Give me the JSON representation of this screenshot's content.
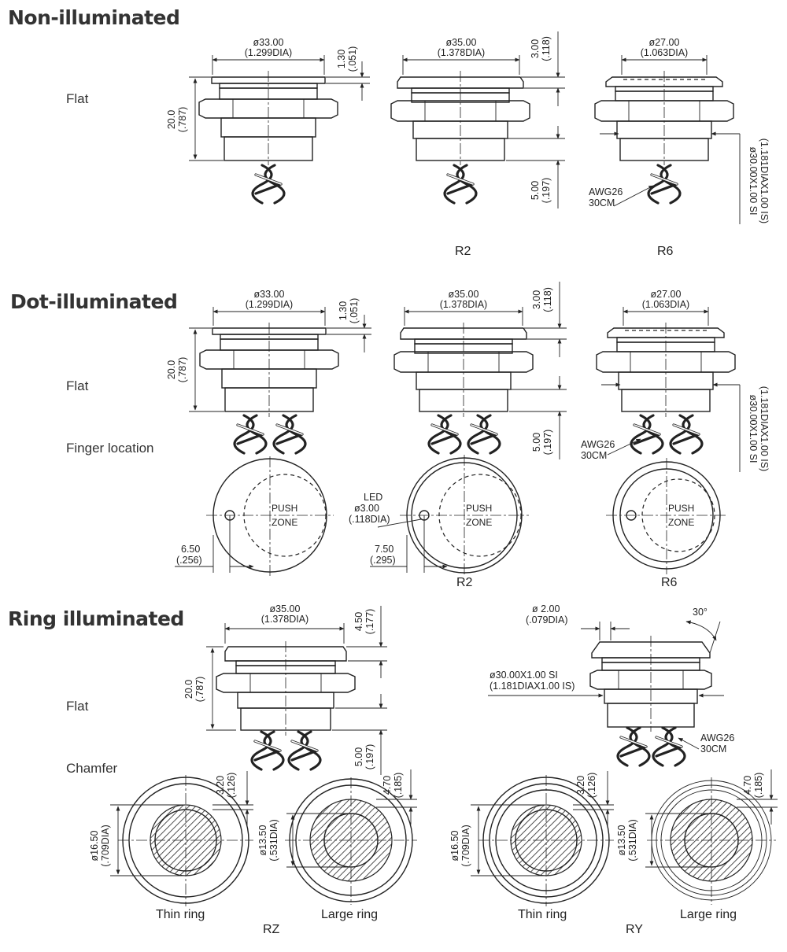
{
  "sections": {
    "non": "Non-illuminated",
    "dot": "Dot-illuminated",
    "ring": "Ring illuminated"
  },
  "labels": {
    "flat1": "Flat",
    "flat2": "Flat",
    "finger": "Finger location",
    "flat3": "Flat",
    "chamfer": "Chamfer"
  },
  "captions": {
    "r2_a": "R2",
    "r6_a": "R6",
    "r2_b": "R2",
    "r6_b": "R6",
    "rz": "RZ",
    "ry": "RY",
    "thin1": "Thin ring",
    "large1": "Large ring",
    "thin2": "Thin ring",
    "large2": "Large ring"
  },
  "dims": {
    "d33": "ø33.00",
    "d33i": "(1.299DIA)",
    "d35": "ø35.00",
    "d35i": "(1.378DIA)",
    "d27": "ø27.00",
    "d27i": "(1.063DIA)",
    "t130": "1.30",
    "t130i": "(.051)",
    "t300": "3.00",
    "t300i": "(.118)",
    "h20": "20.0",
    "h20i": "(.787)",
    "l500": "5.00",
    "l500i": "(.197)",
    "thread": "ø30.00X1.00 SI",
    "threadi": "(1.181DIAX1.00 IS)",
    "awg": "AWG26",
    "awgl": "30CM",
    "push": "PUSH",
    "zone": "ZONE",
    "led": "LED",
    "led3": "ø3.00",
    "led3i": "(.118DIA)",
    "o650": "6.50",
    "o650i": "(.256)",
    "o750": "7.50",
    "o750i": "(.295)",
    "t450": "4.50",
    "t450i": "(.177)",
    "d2": "ø 2.00",
    "d2i": "(.079DIA)",
    "ang": "30°",
    "r320": "3.20",
    "r320i": "(.126)",
    "r470": "4.70",
    "r470i": "(.185)",
    "r1650": "ø16.50",
    "r1650i": "(.709DIA)",
    "r1350": "ø13.50",
    "r1350i": "(.531DIA)"
  }
}
